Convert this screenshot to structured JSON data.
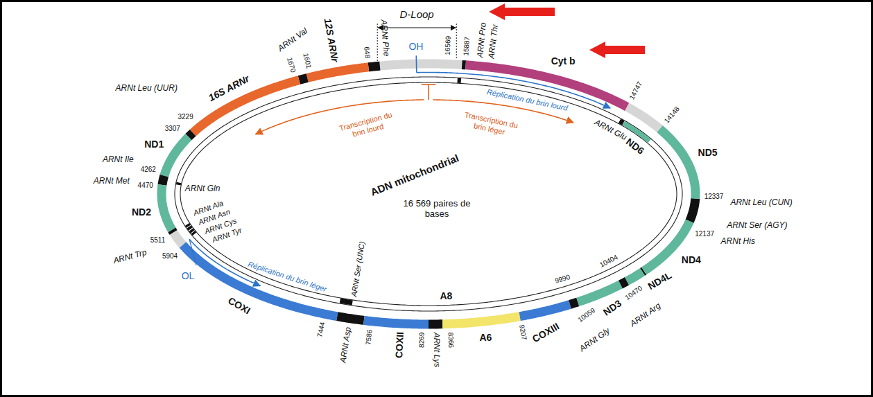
{
  "diagram": {
    "labels": [
      "D-Loop",
      "ARNt Phe",
      "648",
      "OH",
      "16569",
      "15887",
      "ARNt Pro",
      "ARNt Thr",
      "12S ARNr",
      "ARNt Val",
      "1601",
      "1670",
      "16S ARNr",
      "ARNt Leu (UUR)",
      "3229",
      "3307",
      "ND1",
      "ARNt Ile",
      "4262",
      "ARNt Met",
      "4470",
      "ND2",
      "ARNt Trp",
      "5511",
      "5904",
      "OL",
      "COXI",
      "ARNt Asp",
      "7444",
      "7586",
      "COXII",
      "ARNt Lys",
      "8269",
      "8366",
      "A8",
      "A6",
      "9207",
      "COXIII",
      "9990",
      "10059",
      "ARNt Gly",
      "ND3",
      "10404",
      "10470",
      "ARNt Arg",
      "ND4L",
      "ND4",
      "12137",
      "ARNt His",
      "ARNt Ser (AGY)",
      "ARNt Leu (CUN)",
      "12337",
      "ND5",
      "14148",
      "14747",
      "Cyt b",
      "ND6",
      "ARNt Glu",
      "ARNt Gln",
      "ARNt Ala",
      "ARNt Asn",
      "ARNt Cys",
      "ARNt Tyr",
      "ARNt Ser (UNC)",
      "ADN mitochondrial",
      "16 569 paires de bases",
      "Transcription du brin lourd",
      "Transcription du brin léger",
      "Réplication du brin lourd",
      "Réplication du brin léger"
    ]
  }
}
